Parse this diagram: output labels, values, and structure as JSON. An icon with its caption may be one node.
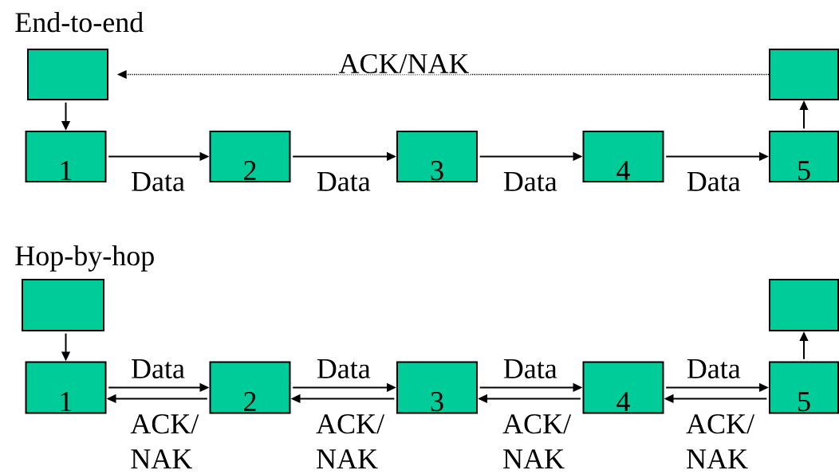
{
  "diagram": {
    "nodes": [
      {
        "text": [],
        "shape": "box"
      },
      {
        "text": [
          "1"
        ]
      },
      {
        "text": [
          "2"
        ]
      },
      {
        "text": [
          "3"
        ]
      },
      {
        "text": [
          "4"
        ]
      },
      {
        "text": [
          "5"
        ]
      },
      {
        "text": [],
        "shape": "box"
      },
      {
        "text": [],
        "shape": "box"
      },
      {
        "text": [
          "1"
        ]
      },
      {
        "text": [
          "2"
        ]
      },
      {
        "text": [
          "3"
        ]
      },
      {
        "text": [
          "4"
        ]
      },
      {
        "text": [
          "5"
        ]
      },
      {
        "text": [],
        "shape": "box"
      }
    ],
    "edges": [
      {
        "from": 0,
        "to": 1,
        "arrow": "to"
      },
      {
        "from": 1,
        "to": 2,
        "arrow": "to",
        "label": "Data"
      },
      {
        "from": 2,
        "to": 3,
        "arrow": "to",
        "label": "Data"
      },
      {
        "from": 3,
        "to": 4,
        "arrow": "to",
        "label": "Data"
      },
      {
        "from": 4,
        "to": 5,
        "arrow": "to",
        "label": "Data"
      },
      {
        "from": 5,
        "to": 6,
        "arrow": "to"
      },
      {
        "from": 6,
        "to": 0,
        "arrow": "to",
        "label": "ACK/NAK",
        "style": "dashed"
      },
      {
        "from": 7,
        "to": 8,
        "arrow": "to"
      },
      {
        "from": 8,
        "to": 9,
        "arrow": "to",
        "label": "Data"
      },
      {
        "from": 9,
        "to": 8,
        "arrow": "to",
        "label": "ACK/ NAK"
      },
      {
        "from": 9,
        "to": 10,
        "arrow": "to",
        "label": "Data"
      },
      {
        "from": 10,
        "to": 9,
        "arrow": "to",
        "label": "ACK/ NAK"
      },
      {
        "from": 10,
        "to": 11,
        "arrow": "to",
        "label": "Data"
      },
      {
        "from": 11,
        "to": 10,
        "arrow": "to",
        "label": "ACK/ NAK"
      },
      {
        "from": 11,
        "to": 12,
        "arrow": "to",
        "label": "Data"
      },
      {
        "from": 12,
        "to": 11,
        "arrow": "to",
        "label": "ACK/ NAK"
      },
      {
        "from": 12,
        "to": 13,
        "arrow": "to"
      }
    ],
    "labels": [
      "End-to-end",
      "Hop-by-hop"
    ]
  }
}
